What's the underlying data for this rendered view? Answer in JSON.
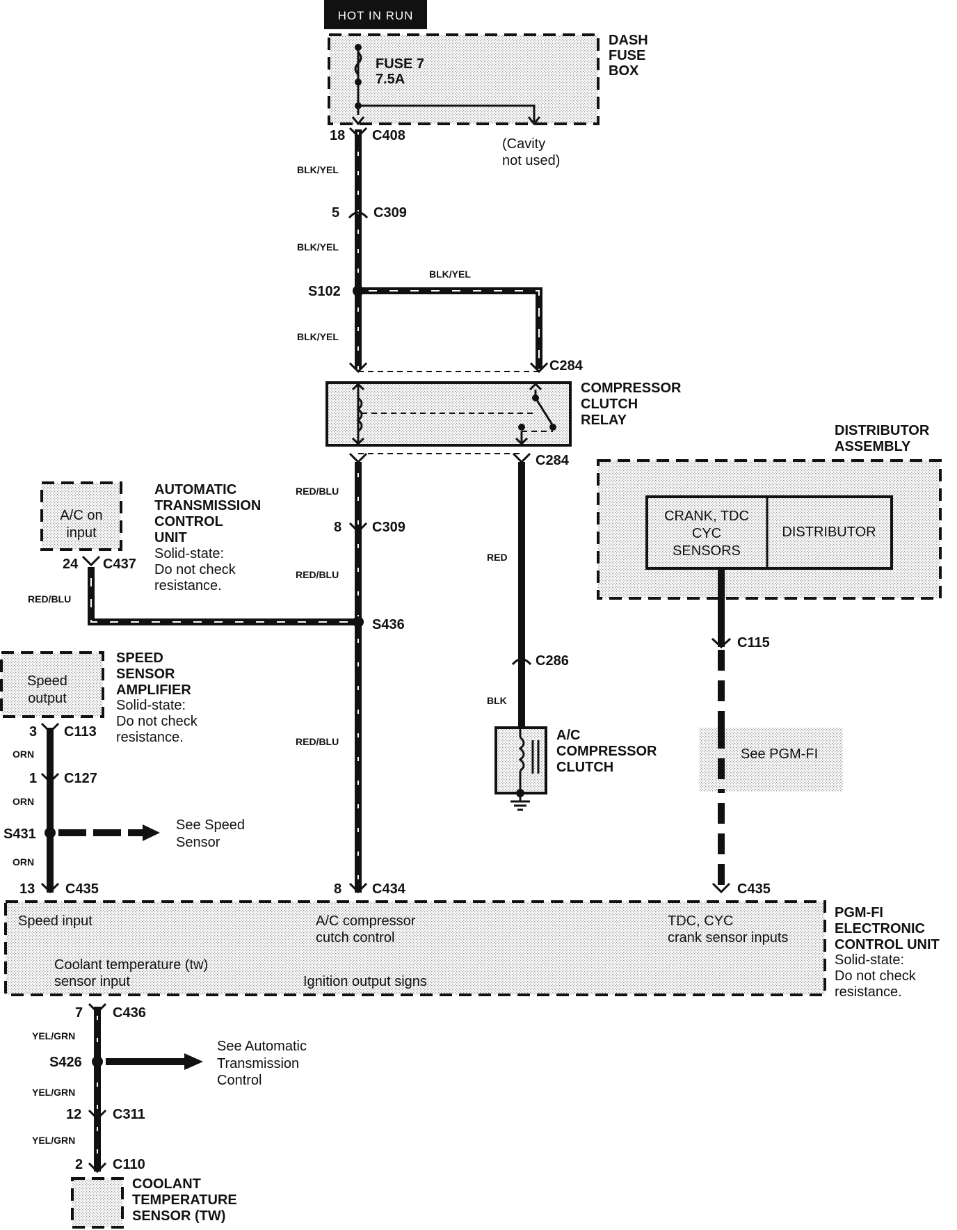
{
  "header": {
    "text": "HOT IN RUN"
  },
  "dash_fuse_box": {
    "title": [
      "DASH",
      "FUSE",
      "BOX"
    ],
    "fuse": "FUSE 7",
    "rating": "7.5A",
    "cavity": [
      "(Cavity",
      "not used)"
    ]
  },
  "relay": {
    "title": [
      "COMPRESSOR",
      "CLUTCH",
      "RELAY"
    ]
  },
  "atcu": {
    "title": [
      "AUTOMATIC",
      "TRANSMISSION",
      "CONTROL",
      "UNIT"
    ],
    "note": [
      "Solid-state:",
      "Do not check",
      "resistance."
    ],
    "input": [
      "A/C on",
      "input"
    ]
  },
  "speed_amp": {
    "title": [
      "SPEED",
      "SENSOR",
      "AMPLIFIER"
    ],
    "note": [
      "Solid-state:",
      "Do not check",
      "resistance."
    ],
    "output": [
      "Speed",
      "output"
    ]
  },
  "distributor": {
    "title": [
      "DISTRIBUTOR",
      "ASSEMBLY"
    ],
    "sensors": [
      "CRANK, TDC",
      "CYC",
      "SENSORS"
    ],
    "dist": "DISTRIBUTOR"
  },
  "compressor": {
    "title": [
      "A/C",
      "COMPRESSOR",
      "CLUTCH"
    ]
  },
  "pgmfi_ref": "See PGM-FI",
  "speed_ref": [
    "See Speed",
    "Sensor"
  ],
  "atc_ref": [
    "See Automatic",
    "Transmission",
    "Control"
  ],
  "ecu": {
    "title": [
      "PGM-FI",
      "ELECTRONIC",
      "CONTROL UNIT"
    ],
    "note": [
      "Solid-state:",
      "Do not check",
      "resistance."
    ],
    "speed_input": "Speed input",
    "ac_control": [
      "A/C compressor",
      "cutch control"
    ],
    "tdc_inputs": [
      "TDC, CYC",
      "crank sensor inputs"
    ],
    "coolant_input": [
      "Coolant temperature (tw)",
      "sensor input"
    ],
    "ignition": "Ignition output signs"
  },
  "coolant_sensor": {
    "title": [
      "COOLANT",
      "TEMPERATURE",
      "SENSOR (TW)"
    ]
  },
  "connectors": {
    "c408": "C408",
    "pin18": "18",
    "c309a": "C309",
    "pin5": "5",
    "s102": "S102",
    "c284a": "C284",
    "c284b": "C284",
    "c309b": "C309",
    "pin8a": "8",
    "c437": "C437",
    "pin24": "24",
    "s436": "S436",
    "c286": "C286",
    "c115": "C115",
    "c113": "C113",
    "pin3": "3",
    "c127": "C127",
    "pin1": "1",
    "s431": "S431",
    "c435a": "C435",
    "pin13": "13",
    "c434": "C434",
    "pin8b": "8",
    "c435b": "C435",
    "c436": "C436",
    "pin7": "7",
    "s426": "S426",
    "c311": "C311",
    "pin12": "12",
    "c110": "C110",
    "pin2": "2"
  },
  "wires": {
    "w1": "BLK/YEL",
    "w2": "BLK/YEL",
    "w3": "BLK/YEL",
    "w4": "BLK/YEL",
    "w5": "RED/BLU",
    "w6": "RED/BLU",
    "w7": "RED/BLU",
    "w8": "RED/BLU",
    "w9": "RED",
    "w10": "BLK",
    "w11": "ORN",
    "w12": "ORN",
    "w13": "ORN",
    "w14": "YEL/GRN",
    "w15": "YEL/GRN",
    "w16": "YEL/GRN"
  }
}
